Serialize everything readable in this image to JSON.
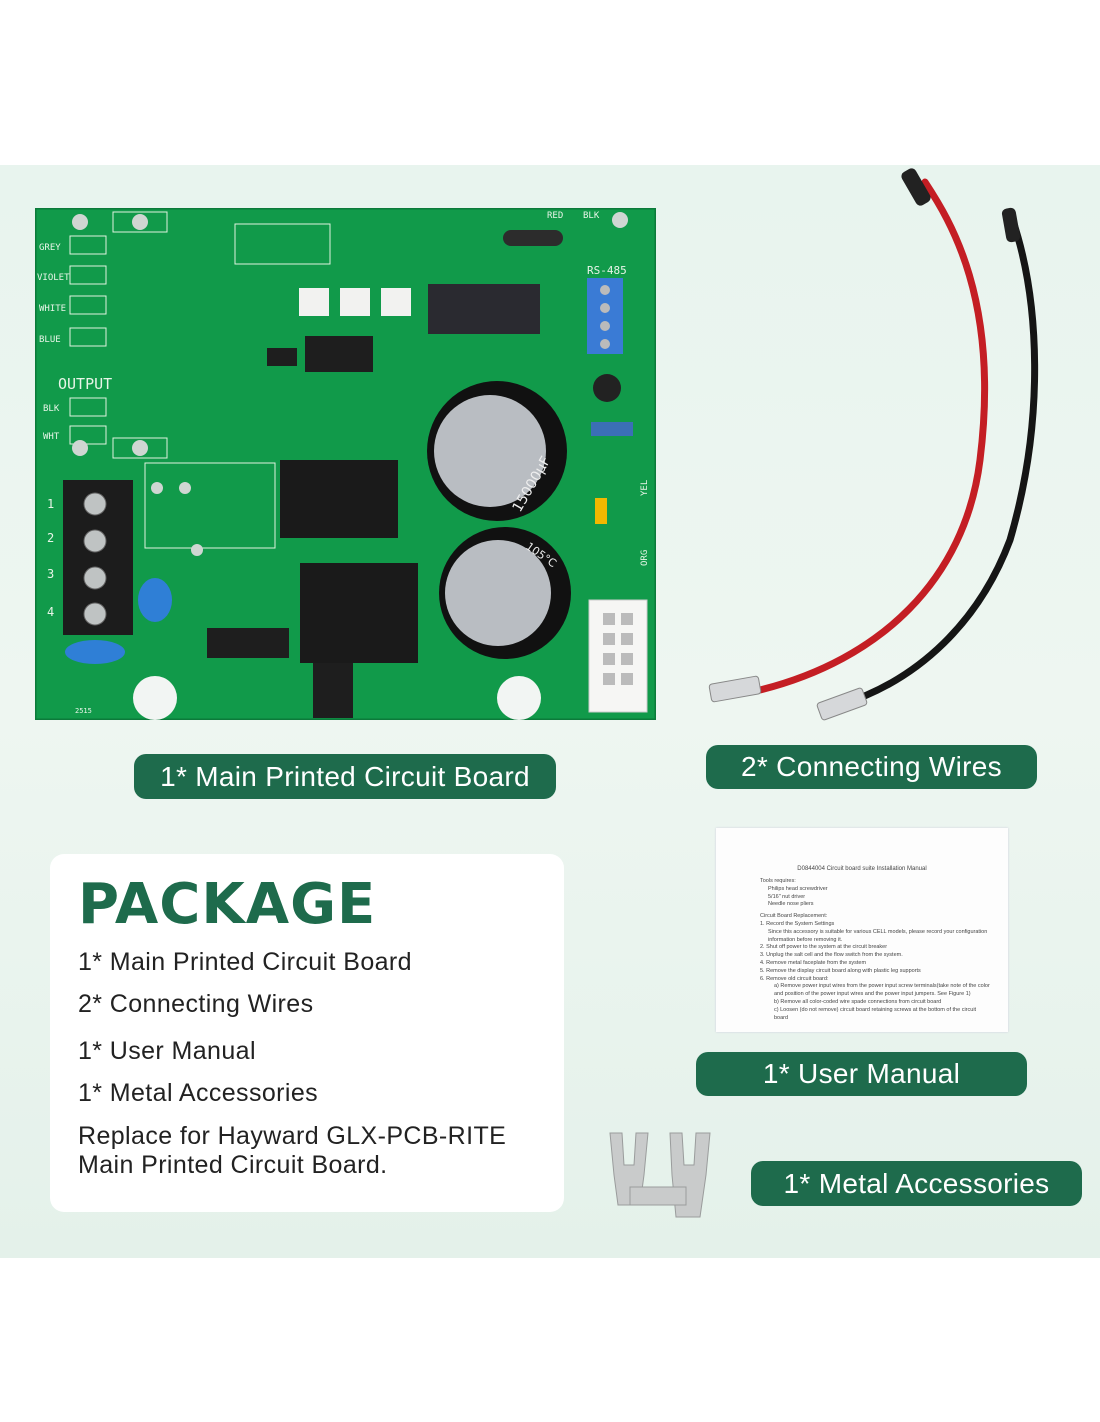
{
  "colors": {
    "accent": "#1e6b4c",
    "pcb": "#119a4a",
    "background": "#e8f4ee"
  },
  "labels": {
    "board": "1* Main Printed Circuit Board",
    "wires": "2* Connecting Wires",
    "manual": "1* User Manual",
    "accessories": "1* Metal Accessories"
  },
  "package": {
    "title": "PACKAGE",
    "items": [
      "1* Main Printed Circuit Board",
      "2* Connecting Wires",
      "1* User Manual",
      "1* Metal Accessories"
    ],
    "note": "Replace for Hayward GLX-PCB-RITE Main Printed Circuit Board."
  },
  "pcb_silkscreen": {
    "grey": "GREY",
    "violet": "VIOLET",
    "white": "WHITE",
    "blue": "BLUE",
    "output": "OUTPUT",
    "blk": "BLK",
    "wht": "WHT",
    "red": "RED",
    "blk_top": "BLK",
    "rs485": "RS-485",
    "yel": "YEL",
    "org": "ORG",
    "terminals": [
      "1",
      "2",
      "3",
      "4"
    ],
    "cap": "15000µF",
    "temp": "105°C",
    "code": "2515"
  },
  "manual": {
    "title": "D0844004 Circuit board suite Installation Manual",
    "tools_heading": "Tools requires:",
    "tools": [
      "Philips head screwdriver",
      "5/16\" nut driver",
      "Needle nose pliers"
    ],
    "replace_heading": "Circuit Board Replacement:",
    "steps": [
      "1. Record the System Settings",
      "Since this accessory is suitable for various CELL models, please record your configuration information before removing it.",
      "2. Shut off power to the system at the circuit breaker",
      "3. Unplug the salt cell and the flow switch from the system.",
      "4. Remove metal faceplate from the system",
      "5. Remove the display circuit board along with plastic leg supports",
      "6. Remove old circuit board:",
      "a) Remove power input wires from the power input screw terminals(take note of the color and position of the power input wires and the power input jumpers. See Figure 1)",
      "b) Remove all color-coded wire spade connections from circuit board",
      "c) Loosen (do not remove) circuit board retaining screws at the bottom of the circuit board"
    ]
  }
}
